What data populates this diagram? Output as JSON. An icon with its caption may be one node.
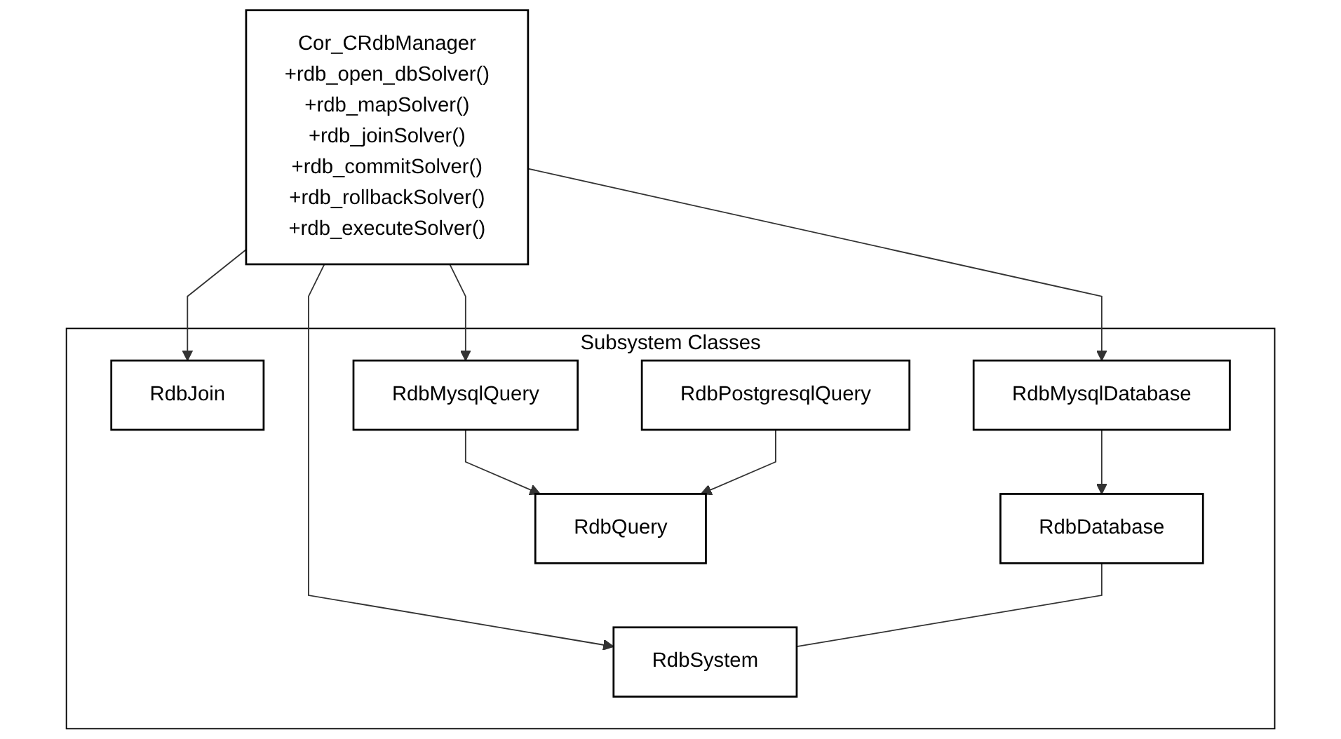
{
  "diagram": {
    "nodes": [
      {
        "text": [
          "Cor_CRdbManager",
          "+rdb_open_dbSolver()",
          "+rdb_mapSolver()",
          "+rdb_joinSolver()",
          "+rdb_commitSolver()",
          "+rdb_rollbackSolver()",
          "+rdb_executeSolver()"
        ]
      },
      {
        "text": [
          "Subsystem Classes"
        ]
      },
      {
        "text": [
          "RdbJoin"
        ],
        "in": 1
      },
      {
        "text": [
          "RdbDatabase"
        ],
        "in": 1
      },
      {
        "text": [
          "RdbSystem"
        ],
        "in": 1
      },
      {
        "text": [
          "RdbQuery"
        ],
        "in": 1
      },
      {
        "text": [
          "RdbMysqlDatabase"
        ],
        "in": 1
      },
      {
        "text": [
          "RdbMysqlQuery"
        ],
        "in": 1
      },
      {
        "text": [
          "RdbPostgresqlQuery"
        ],
        "in": 1
      }
    ],
    "edges": [
      {
        "from": 0,
        "to": 2,
        "arrow": "to"
      },
      {
        "from": 0,
        "to": 4,
        "arrow": "to"
      },
      {
        "from": 0,
        "to": 7,
        "arrow": "to"
      },
      {
        "from": 0,
        "to": 6,
        "arrow": "to"
      },
      {
        "from": 3,
        "to": 4,
        "arrow": "none"
      },
      {
        "from": 6,
        "to": 3,
        "arrow": "to"
      },
      {
        "from": 7,
        "to": 5,
        "arrow": "to"
      },
      {
        "from": 8,
        "to": 5,
        "arrow": "to"
      }
    ]
  }
}
